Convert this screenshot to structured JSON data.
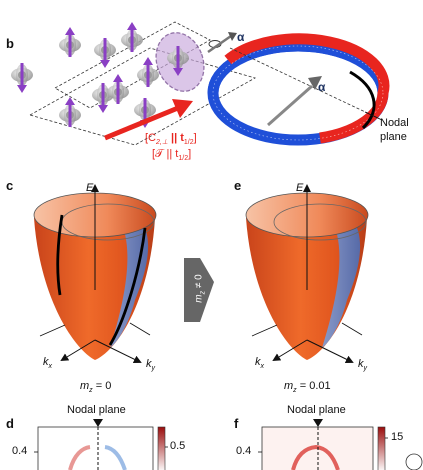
{
  "panels": {
    "b": "b",
    "c": "c",
    "e": "e",
    "d": "d",
    "f": "f"
  },
  "panel_b": {
    "alpha_1": "α",
    "alpha_2": "α",
    "nodal_line1": "Nodal",
    "nodal_line2": "plane",
    "sym1": "[C",
    "sym1_sub": "2,⊥",
    "sym1_rest": " || t",
    "sym1_sub2": "1/2",
    "sym1_end": "]",
    "sym2": "[𝒯 || t",
    "sym2_sub": "1/2",
    "sym2_end": "]"
  },
  "panel_c": {
    "e_axis": "E",
    "kx": "k",
    "kx_sub": "x",
    "ky": "k",
    "ky_sub": "y",
    "caption": "m",
    "caption_sub": "z",
    "caption_val": " = 0"
  },
  "arrow_label": {
    "text": "m",
    "sub": "z",
    "val": " ≠ 0"
  },
  "panel_e": {
    "e_axis": "E",
    "kx": "k",
    "kx_sub": "x",
    "ky": "k",
    "ky_sub": "y",
    "caption": "m",
    "caption_sub": "z",
    "caption_val": " = 0.01"
  },
  "panel_d": {
    "title": "Nodal plane",
    "ytick": "0.4",
    "cbar_tick": "0.5"
  },
  "panel_f": {
    "title": "Nodal plane",
    "ytick": "0.4",
    "cbar_tick": "15"
  },
  "colors": {
    "red": "#e8251f",
    "blue": "#1f4fd8",
    "purple": "#8a3fc4",
    "orange": "#e0551e",
    "steel": "#6f8fc6"
  }
}
